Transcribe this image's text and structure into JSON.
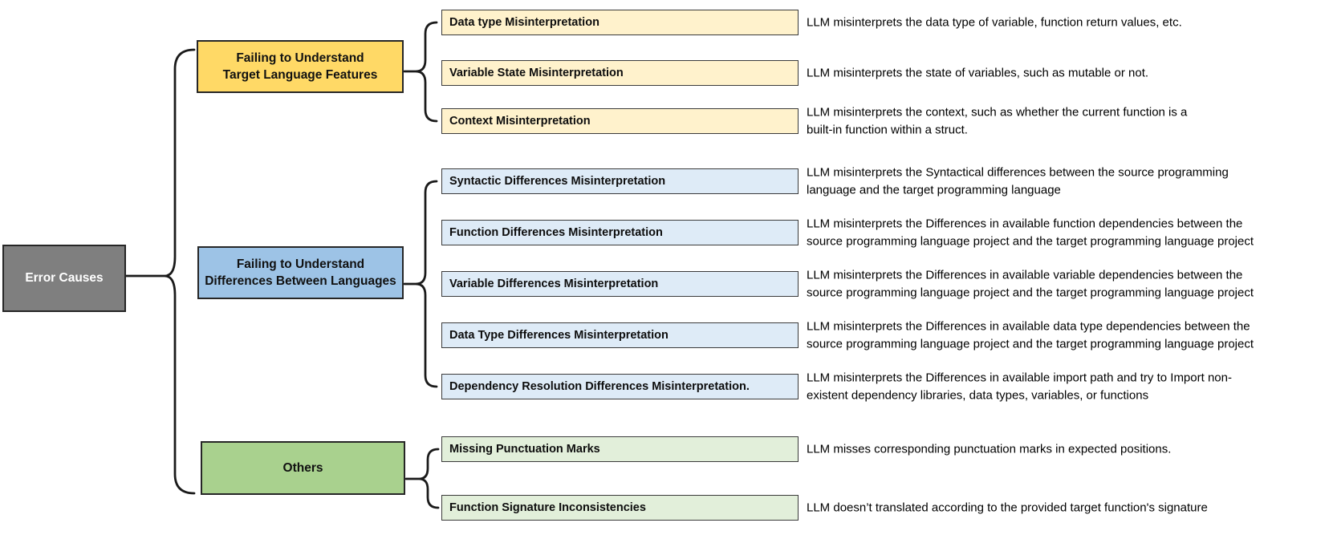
{
  "root": {
    "label": "Error Causes"
  },
  "colors": {
    "root_fill": "#7F7F7F",
    "root_text": "#FFFFFF",
    "line": "#1A1A1A"
  },
  "groups": [
    {
      "category": {
        "label": "Failing to Understand\nTarget Language Features"
      },
      "colors": {
        "category_fill": "#FFD966",
        "leaf_fill": "#FFF2CC"
      },
      "leaves": [
        {
          "label": "Data type Misinterpretation",
          "description": "LLM misinterprets the data type of variable, function return values, etc."
        },
        {
          "label": "Variable State Misinterpretation",
          "description": "LLM misinterprets the state of variables, such as mutable or not."
        },
        {
          "label": "Context Misinterpretation",
          "description": "LLM misinterprets the context, such as whether the current function is a\nbuilt-in function within a struct."
        }
      ]
    },
    {
      "category": {
        "label": "Failing to Understand\nDifferences Between Languages"
      },
      "colors": {
        "category_fill": "#9DC3E6",
        "leaf_fill": "#DEEBF7"
      },
      "leaves": [
        {
          "label": "Syntactic Differences Misinterpretation",
          "description": "LLM misinterprets the Syntactical differences between the source programming\nlanguage and the target programming language"
        },
        {
          "label": "Function Differences Misinterpretation",
          "description": "LLM misinterprets the Differences in available function dependencies between the\nsource programming language project and the target programming language project"
        },
        {
          "label": "Variable Differences Misinterpretation",
          "description": "LLM misinterprets the Differences in available variable dependencies between the\nsource programming language project and the target programming language project"
        },
        {
          "label": "Data Type Differences Misinterpretation",
          "description": "LLM misinterprets the Differences in available data type dependencies between the\nsource programming language project and the target programming language project"
        },
        {
          "label": "Dependency Resolution Differences Misinterpretation.",
          "description": "LLM misinterprets the Differences in available import path and try to Import non-\nexistent dependency libraries, data types, variables, or functions"
        }
      ]
    },
    {
      "category": {
        "label": "Others"
      },
      "colors": {
        "category_fill": "#A9D18E",
        "leaf_fill": "#E2EFDA"
      },
      "leaves": [
        {
          "label": "Missing Punctuation Marks",
          "description": "LLM misses corresponding punctuation marks in expected positions."
        },
        {
          "label": "Function Signature Inconsistencies",
          "description": "LLM doesn’t translated according to the provided target function's signature"
        }
      ]
    }
  ]
}
